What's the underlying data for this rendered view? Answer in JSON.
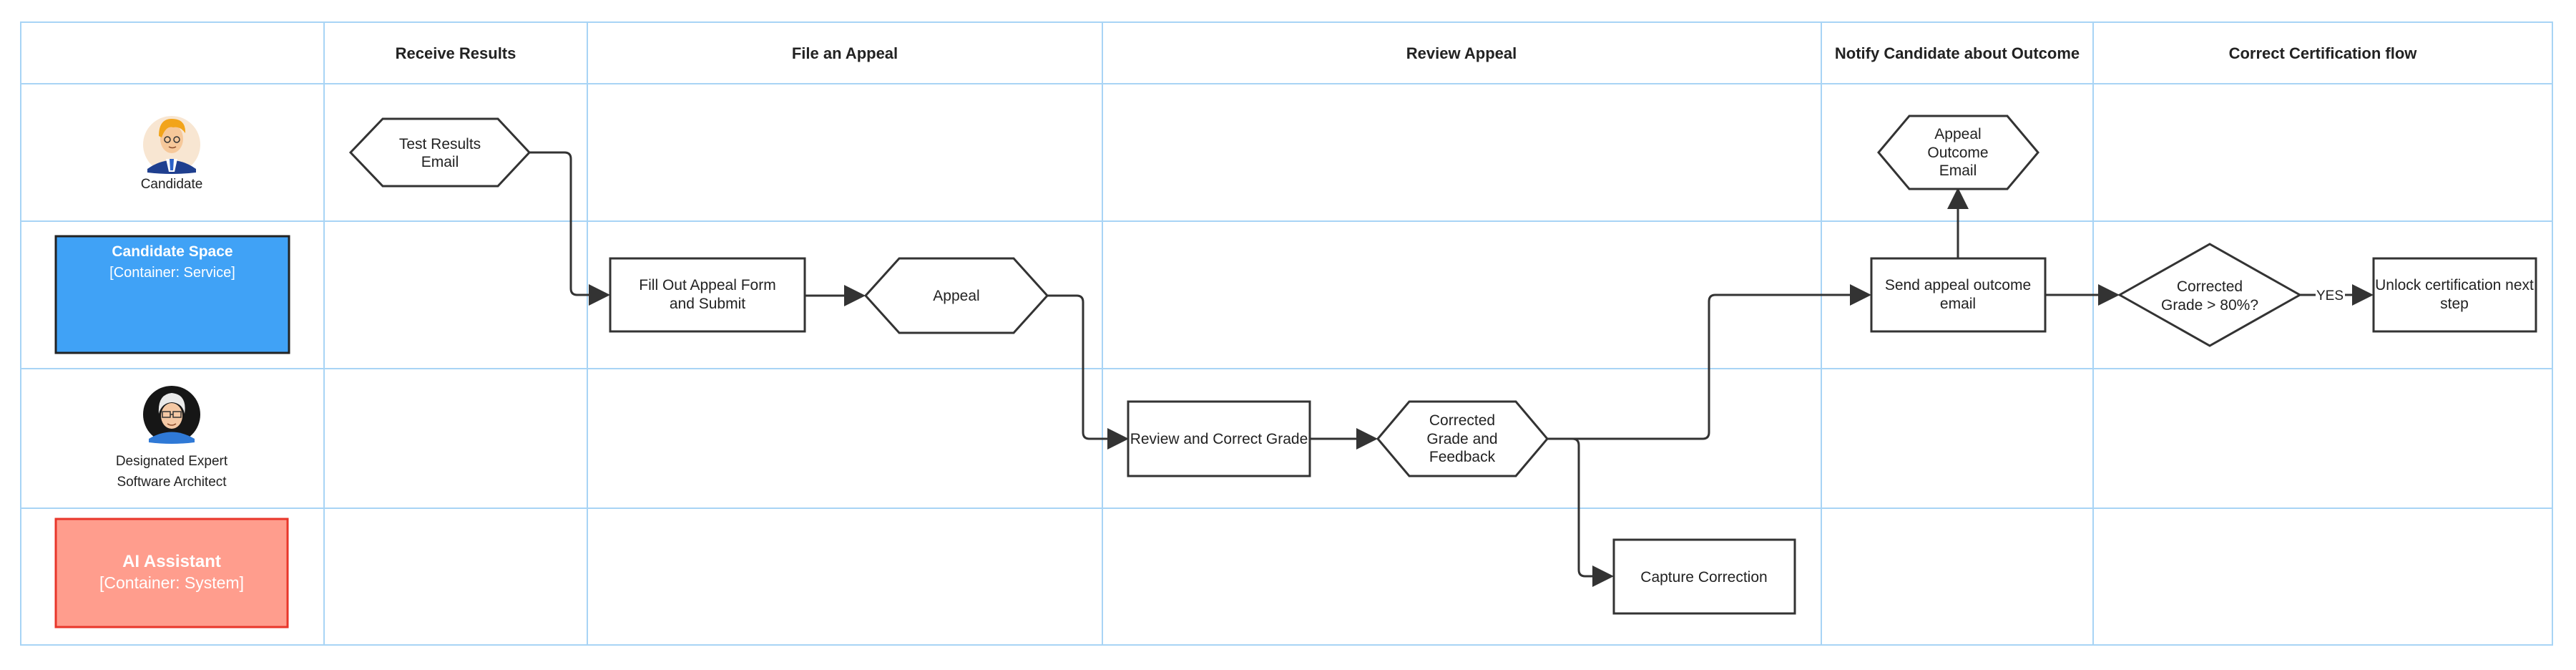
{
  "columns": {
    "receive": "Receive Results",
    "file": "File an Appeal",
    "review": "Review Appeal",
    "notify": "Notify Candidate about Outcome",
    "correct": "Correct Certification flow"
  },
  "lanes": {
    "candidate": {
      "label": "Candidate"
    },
    "candidate_space": {
      "title": "Candidate Space",
      "subtitle": "[Container: Service]",
      "color": "#40a2f6"
    },
    "expert": {
      "line1": "Designated Expert",
      "line2": "Software Architect"
    },
    "ai": {
      "title": "AI Assistant",
      "subtitle": "[Container: System]",
      "color": "#ff9d8d"
    }
  },
  "nodes": {
    "test_results": [
      "Test Results",
      "Email"
    ],
    "fill_out": [
      "Fill Out Appeal Form",
      "and Submit"
    ],
    "appeal": [
      "Appeal"
    ],
    "review_correct": [
      "Review and Correct Grade"
    ],
    "corrected_grade": [
      "Corrected",
      "Grade and",
      "Feedback"
    ],
    "capture": [
      "Capture Correction"
    ],
    "outcome_email": [
      "Appeal",
      "Outcome",
      "Email"
    ],
    "send_outcome": [
      "Send appeal outcome",
      "email"
    ],
    "decision": [
      "Corrected",
      "Grade > 80%?"
    ],
    "unlock": [
      "Unlock certification next",
      "step"
    ]
  },
  "edges": {
    "yes_label": "YES"
  },
  "colors": {
    "grid": "#a8d4f5",
    "stroke": "#333333"
  }
}
